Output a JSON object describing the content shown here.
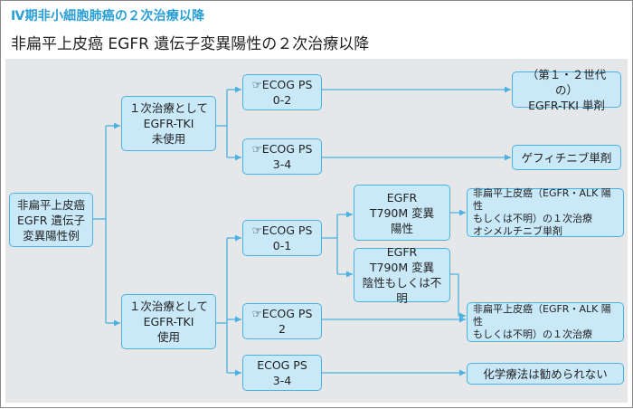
{
  "title": "Ⅳ期非小細胞肺癌の２次治療以降",
  "subtitle": "非扁平上皮癌 EGFR 遺伝子変異陽性の２次治療以降",
  "colors": {
    "title": "#2a9fd6",
    "box_fill": "#c9e8f8",
    "box_border": "#4ab2e3",
    "line": "#4ab2e3",
    "panel": "#e6e7e8"
  },
  "nodes": {
    "root": "非扁平上皮癌\nEGFR 遺伝子\n変異陽性例",
    "tki_unused": "１次治療として\nEGFR-TKI\n未使用",
    "tki_used": "１次治療として\nEGFR-TKI\n使用",
    "ps02": "☞ECOG PS\n0-2",
    "ps34_a": "☞ECOG PS\n3-4",
    "ps01": "☞ECOG PS\n0-1",
    "ps2": "☞ECOG PS\n2",
    "ps34_b": "ECOG PS\n3-4",
    "t790m_pos": "EGFR\nT790M 変異\n陽性",
    "t790m_neg": "EGFR\nT790M 変異\n陰性もしくは不明",
    "out_egfr_tki": "（第１・２世代の）\nEGFR-TKI 単剤",
    "out_gefitinib": "ゲフィチニブ単剤",
    "out_osimertinib": "非扁平上皮癌（EGFR・ALK 陽性\nもしくは不明）の１次治療\nオシメルチニブ単剤",
    "out_first_line": "非扁平上皮癌（EGFR・ALK 陽性\nもしくは不明）の１次治療",
    "out_no_chemo": "化学療法は勧められない"
  }
}
